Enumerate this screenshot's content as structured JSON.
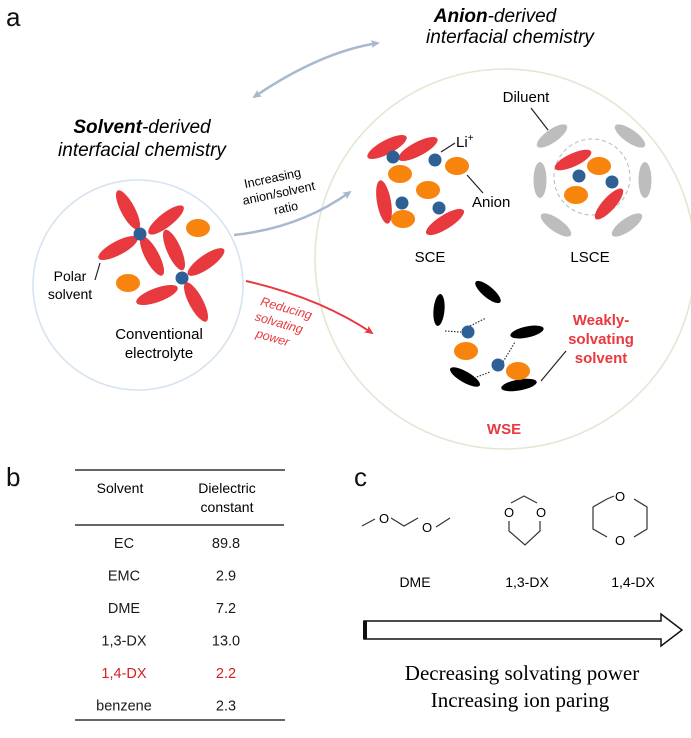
{
  "panel_a": {
    "label": "a",
    "solvent_title_bold": "Solvent",
    "solvent_title_rest": "-derived",
    "solvent_title_line2": "interfacial chemistry",
    "anion_title_bold": "Anion",
    "anion_title_rest": "-derived",
    "anion_title_line2": "interfacial chemistry",
    "conventional": {
      "polar_label_1": "Polar",
      "polar_label_2": "solvent",
      "name_line1": "Conventional",
      "name_line2": "electrolyte"
    },
    "arrow_increase": {
      "line1": "Increasing",
      "line2": "anion/solvent",
      "line3": "ratio"
    },
    "arrow_reduce": {
      "line1": "Reducing",
      "line2": "solvating",
      "line3": "power"
    },
    "sce": {
      "name": "SCE",
      "li_label": "Li",
      "li_sup": "+",
      "anion_label": "Anion"
    },
    "lsce": {
      "name": "LSCE",
      "diluent_label": "Diluent"
    },
    "wse": {
      "name": "WSE",
      "ws_line1": "Weakly-",
      "ws_line2": "solvating",
      "ws_line3": "solvent"
    },
    "colors": {
      "solvent": "#e8393f",
      "li": "#2e6096",
      "anion": "#f7840c",
      "diluent": "#bdbdbd",
      "weak_solvent": "#000000",
      "blue_arrow": "#a7b8cf",
      "red_arrow": "#e8393f",
      "left_circle": "#d6e3f0",
      "big_circle": "#dfe9d3",
      "highlight_text": "#e8393f"
    }
  },
  "panel_b": {
    "label": "b",
    "headers": [
      "Solvent",
      "Dielectric",
      "constant"
    ],
    "rows": [
      {
        "solvent": "EC",
        "dielectric": "89.8",
        "highlight": false
      },
      {
        "solvent": "EMC",
        "dielectric": "2.9",
        "highlight": false
      },
      {
        "solvent": "DME",
        "dielectric": "7.2",
        "highlight": false
      },
      {
        "solvent": "1,3-DX",
        "dielectric": "13.0",
        "highlight": false
      },
      {
        "solvent": "1,4-DX",
        "dielectric": "2.2",
        "highlight": true
      },
      {
        "solvent": "benzene",
        "dielectric": "2.3",
        "highlight": false
      }
    ],
    "highlight_color": "#d21f1f"
  },
  "panel_c": {
    "label": "c",
    "molecules": [
      {
        "name": "DME",
        "atom": "O"
      },
      {
        "name": "1,3-DX",
        "atom": "O"
      },
      {
        "name": "1,4-DX",
        "atom": "O"
      }
    ],
    "caption_line1": "Decreasing solvating power",
    "caption_line2": "Increasing ion paring"
  }
}
